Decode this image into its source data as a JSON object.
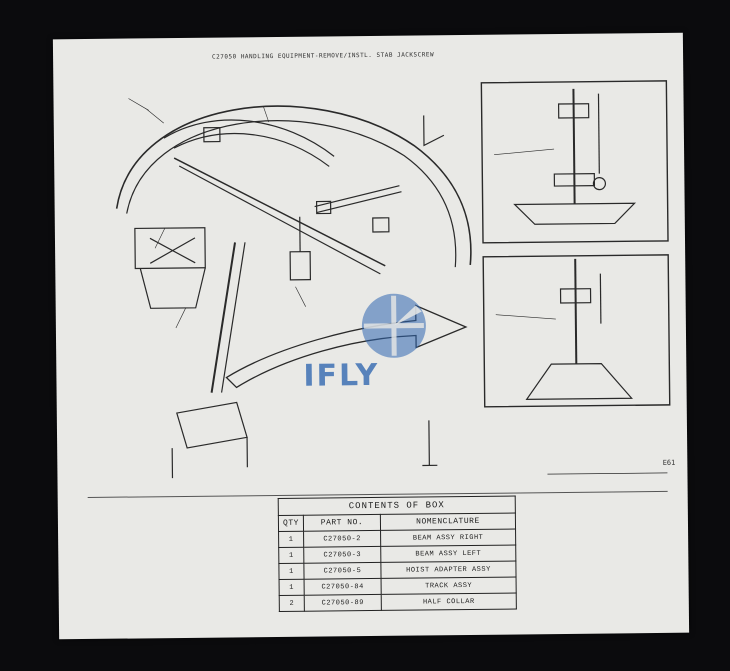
{
  "sheet": {
    "title": "C27050 HANDLING EQUIPMENT-REMOVE/INSTL. STAB JACKSCREW",
    "figure_ref": "E61"
  },
  "contents_table": {
    "caption": "CONTENTS OF BOX",
    "headers": [
      "QTY",
      "PART NO.",
      "NOMENCLATURE"
    ],
    "rows": [
      {
        "qty": "1",
        "part": "C27050-2",
        "name": "BEAM ASSY RIGHT"
      },
      {
        "qty": "1",
        "part": "C27050-3",
        "name": "BEAM ASSY LEFT"
      },
      {
        "qty": "1",
        "part": "C27050-5",
        "name": "HOIST ADAPTER ASSY"
      },
      {
        "qty": "1",
        "part": "C27050-84",
        "name": "TRACK ASSY"
      },
      {
        "qty": "2",
        "part": "C27050-89",
        "name": "HALF COLLAR"
      }
    ]
  },
  "watermark": {
    "text": "IFLY",
    "color": "#2f66b0"
  }
}
